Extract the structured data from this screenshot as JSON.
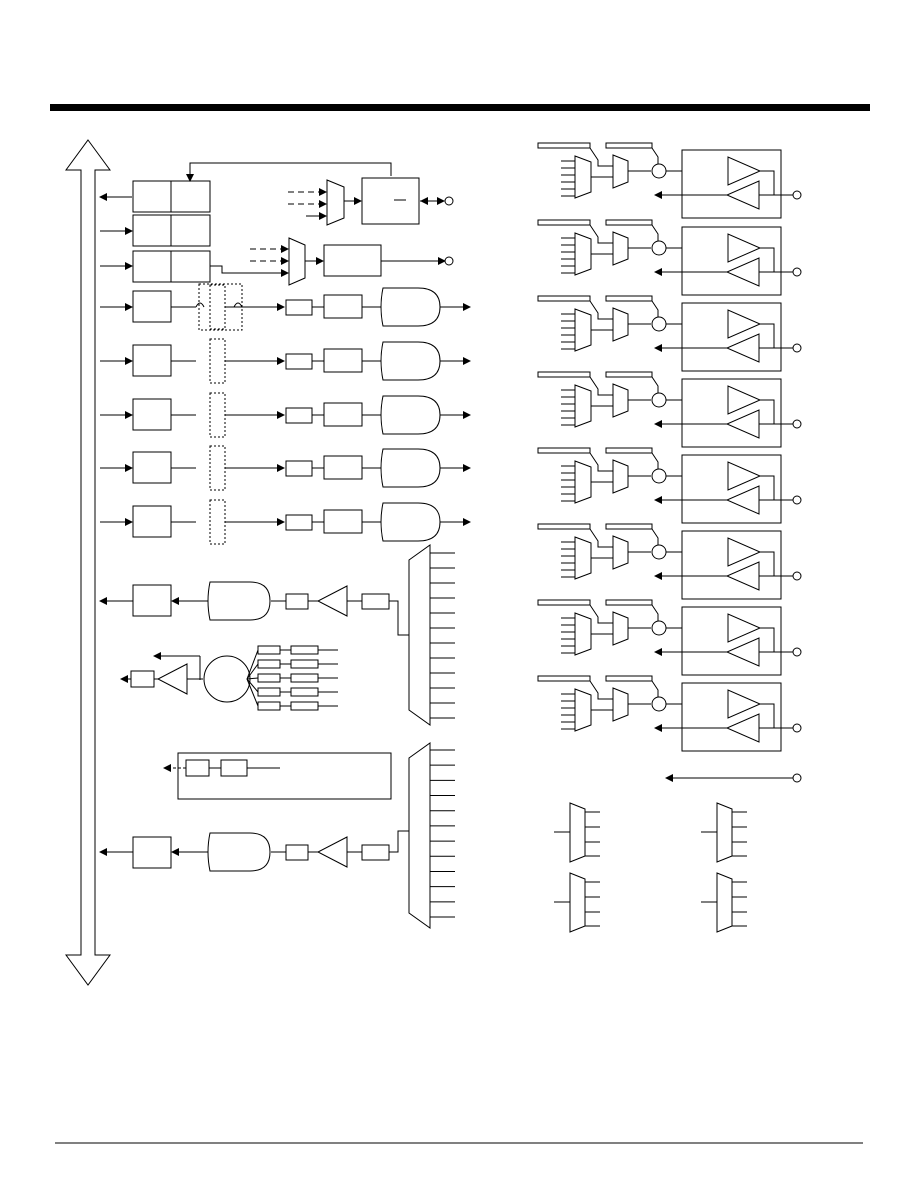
{
  "page": {
    "header_rule_color": "#000000",
    "footer_rule_color": "#000000",
    "background": "#ffffff"
  },
  "diagram": {
    "bus": {
      "icon": "bidirectional-bus-arrow-icon"
    },
    "rows": [
      {
        "kind": "reg-pair",
        "direction": "out"
      },
      {
        "kind": "reg-pair",
        "direction": "in"
      },
      {
        "kind": "reg-pair",
        "direction": "in"
      },
      {
        "kind": "output-channel"
      },
      {
        "kind": "output-channel"
      },
      {
        "kind": "output-channel"
      },
      {
        "kind": "output-channel"
      },
      {
        "kind": "output-channel"
      },
      {
        "kind": "input-channel"
      },
      {
        "kind": "oscillator"
      },
      {
        "kind": "auxiliary-box"
      },
      {
        "kind": "input-channel"
      }
    ],
    "io_channel_count": 8,
    "small_mux_count": 4
  }
}
